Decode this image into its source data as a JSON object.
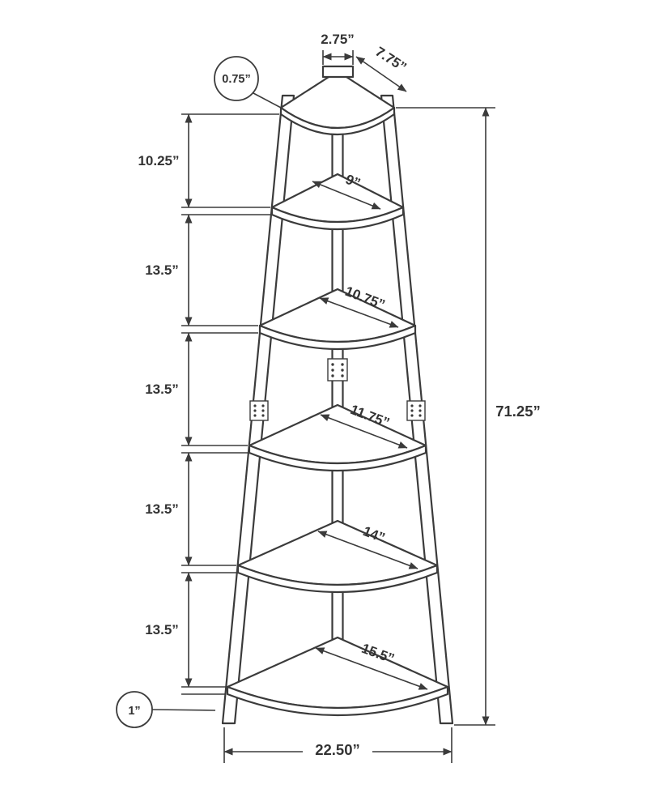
{
  "diagram": {
    "type": "dimension-drawing",
    "subject": "5-tier corner ladder shelf",
    "line_color": "#3b3b3b",
    "text_color": "#333333",
    "labels": {
      "top_width": "2.75”",
      "top_edge_depth": "7.75”",
      "material_thickness": "0.75”",
      "base_material_thickness": "1”",
      "overall_height": "71.25”",
      "base_width": "22.50”"
    },
    "spacings": [
      "10.25”",
      "13.5”",
      "13.5”",
      "13.5”",
      "13.5”"
    ],
    "shelf_depths": [
      "9”",
      "10.75”",
      "11.75”",
      "14”",
      "15.5”"
    ]
  }
}
